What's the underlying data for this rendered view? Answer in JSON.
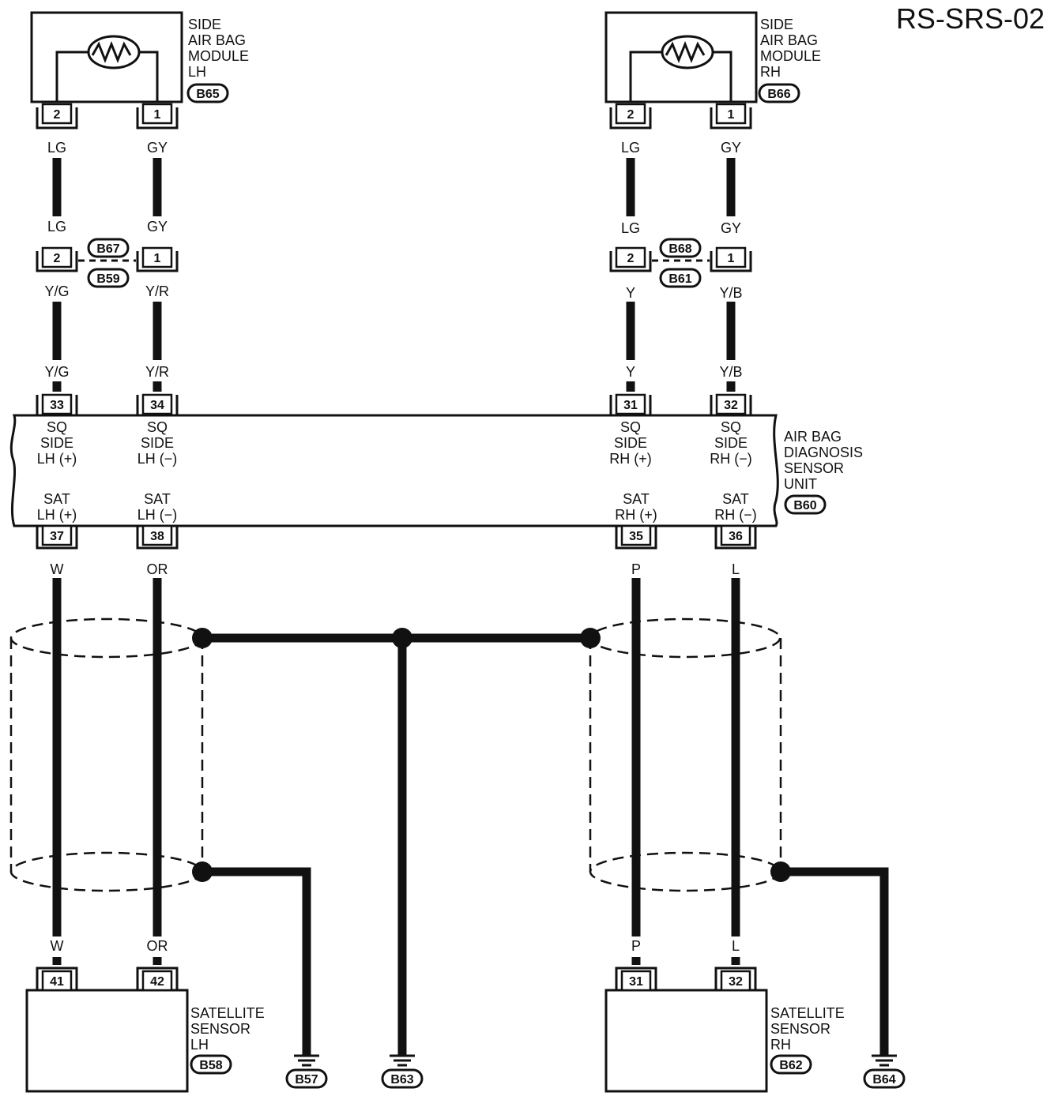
{
  "diagram_id": "RS-SRS-02",
  "side_airbag_lh": {
    "lines": [
      "SIDE",
      "AIR BAG",
      "MODULE",
      "LH"
    ],
    "connector": "B65",
    "pins": [
      "2",
      "1"
    ]
  },
  "side_airbag_rh": {
    "lines": [
      "SIDE",
      "AIR BAG",
      "MODULE",
      "RH"
    ],
    "connector": "B66",
    "pins": [
      "2",
      "1"
    ]
  },
  "wire_colors": {
    "lh_upper": [
      "LG",
      "GY"
    ],
    "lh_upper_in": [
      "LG",
      "GY"
    ],
    "lh_lower_out": [
      "Y/G",
      "Y/R"
    ],
    "lh_lower": [
      "Y/G",
      "Y/R"
    ],
    "rh_upper": [
      "LG",
      "GY"
    ],
    "rh_upper_in": [
      "LG",
      "GY"
    ],
    "rh_lower_out": [
      "Y",
      "Y/B"
    ],
    "rh_lower": [
      "Y",
      "Y/B"
    ],
    "sat_lh_top": [
      "W",
      "OR"
    ],
    "sat_lh_bottom": [
      "W",
      "OR"
    ],
    "sat_rh_top": [
      "P",
      "L"
    ],
    "sat_rh_bottom": [
      "P",
      "L"
    ]
  },
  "joint_lh": {
    "connectors": [
      "B67",
      "B59"
    ],
    "pins": [
      "2",
      "1"
    ]
  },
  "joint_rh": {
    "connectors": [
      "B68",
      "B61"
    ],
    "pins": [
      "2",
      "1"
    ]
  },
  "diagnosis_unit": {
    "lines": [
      "AIR BAG",
      "DIAGNOSIS",
      "SENSOR",
      "UNIT"
    ],
    "connector": "B60",
    "top_pins": [
      "33",
      "34",
      "31",
      "32"
    ],
    "bottom_pins": [
      "37",
      "38",
      "35",
      "36"
    ],
    "sq_labels": [
      [
        "SQ",
        "SIDE",
        "LH (+)"
      ],
      [
        "SQ",
        "SIDE",
        "LH (−)"
      ],
      [
        "SQ",
        "SIDE",
        "RH (+)"
      ],
      [
        "SQ",
        "SIDE",
        "RH (−)"
      ]
    ],
    "sat_labels": [
      [
        "SAT",
        "LH (+)"
      ],
      [
        "SAT",
        "LH (−)"
      ],
      [
        "SAT",
        "RH (+)"
      ],
      [
        "SAT",
        "RH (−)"
      ]
    ]
  },
  "satellite_lh": {
    "lines": [
      "SATELLITE",
      "SENSOR",
      "LH"
    ],
    "connector": "B58",
    "pins": [
      "41",
      "42"
    ]
  },
  "satellite_rh": {
    "lines": [
      "SATELLITE",
      "SENSOR",
      "RH"
    ],
    "connector": "B62",
    "pins": [
      "31",
      "32"
    ]
  },
  "grounds": [
    "B57",
    "B63",
    "B64"
  ]
}
